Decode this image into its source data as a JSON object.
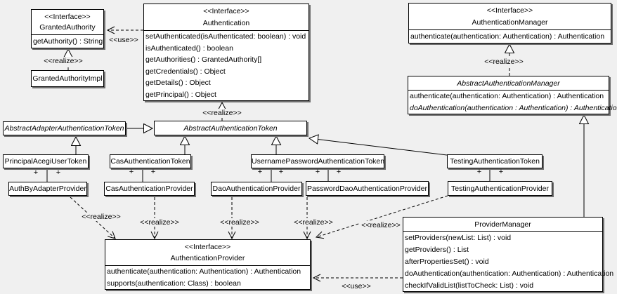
{
  "colors": {
    "background": "#f0f0f0",
    "box_fill": "#ffffff",
    "box_border": "#000000",
    "shadow": "#6f6f6f",
    "text": "#000000"
  },
  "edge_labels": {
    "realize": "<<realize>>",
    "use": "<<use>>",
    "plus": "+"
  },
  "classes": [
    {
      "id": "granted-authority",
      "stereotype": "<<Interface>>",
      "name": "GrantedAuthority",
      "methods": [
        "getAuthority() : String"
      ]
    },
    {
      "id": "granted-authority-impl",
      "name": "GrantedAuthorityImpl"
    },
    {
      "id": "authentication",
      "stereotype": "<<Interface>>",
      "name": "Authentication",
      "methods": [
        "setAuthenticated(isAuthenticated: boolean) : void",
        "isAuthenticated() : boolean",
        "getAuthorities() : GrantedAuthority[]",
        "getCredentials() : Object",
        "getDetails() : Object",
        "getPrincipal() : Object"
      ]
    },
    {
      "id": "authentication-manager",
      "stereotype": "<<Interface>>",
      "name": "AuthenticationManager",
      "methods": [
        "authenticate(authentication: Authentication) : Authentication"
      ]
    },
    {
      "id": "abstract-authentication-manager",
      "name": "AbstractAuthenticationManager",
      "abstract": true,
      "methods": [
        "authenticate(authentication: Authentication) : Authentication",
        "doAuthentication(authentication : Authentication) : Authentication"
      ]
    },
    {
      "id": "abstract-adapter-authentication-token",
      "name": "AbstractAdapterAuthenticationToken",
      "abstract": true
    },
    {
      "id": "abstract-authentication-token",
      "name": "AbstractAuthenticationToken",
      "abstract": true
    },
    {
      "id": "principal-acegi-user-token",
      "name": "PrincipalAcegiUserToken"
    },
    {
      "id": "cas-authentication-token",
      "name": "CasAuthenticationToken"
    },
    {
      "id": "username-password-authentication-token",
      "name": "UsernamePasswordAuthenticationToken"
    },
    {
      "id": "testing-authentication-token",
      "name": "TestingAuthenticationToken"
    },
    {
      "id": "auth-by-adapter-provider",
      "name": "AuthByAdapterProvider"
    },
    {
      "id": "cas-authentication-provider",
      "name": "CasAuthenticationProvider"
    },
    {
      "id": "dao-authentication-provider",
      "name": "DaoAuthenticationProvider"
    },
    {
      "id": "password-dao-authentication-provider",
      "name": "PasswordDaoAuthenticationProvider"
    },
    {
      "id": "testing-authentication-provider",
      "name": "TestingAuthenticationProvider"
    },
    {
      "id": "authentication-provider",
      "stereotype": "<<Interface>>",
      "name": "AuthenticationProvider",
      "methods": [
        "authenticate(authentication: Authentication) : Authentication",
        "supports(authentication: Class) : boolean"
      ]
    },
    {
      "id": "provider-manager",
      "name": "ProviderManager",
      "methods": [
        "setProviders(newList: List) : void",
        "getProviders() : List",
        "afterPropertiesSet() : void",
        "doAuthentication(authentication: Authentication) : Authentication",
        "checkIfValidList(listToCheck: List) : void"
      ]
    }
  ],
  "relationships": [
    {
      "type": "use",
      "from": "Authentication",
      "to": "GrantedAuthority",
      "label": "<<use>>"
    },
    {
      "type": "realize",
      "from": "GrantedAuthorityImpl",
      "to": "GrantedAuthority",
      "label": "<<realize>>"
    },
    {
      "type": "realize",
      "from": "AbstractAuthenticationToken",
      "to": "Authentication",
      "label": "<<realize>>"
    },
    {
      "type": "realize",
      "from": "AbstractAuthenticationManager",
      "to": "AuthenticationManager",
      "label": "<<realize>>"
    },
    {
      "type": "generalization",
      "from": "AbstractAdapterAuthenticationToken",
      "to": "AbstractAuthenticationToken"
    },
    {
      "type": "generalization",
      "from": "PrincipalAcegiUserToken",
      "to": "AbstractAdapterAuthenticationToken"
    },
    {
      "type": "generalization",
      "from": "CasAuthenticationToken",
      "to": "AbstractAuthenticationToken"
    },
    {
      "type": "generalization",
      "from": "UsernamePasswordAuthenticationToken",
      "to": "AbstractAuthenticationToken"
    },
    {
      "type": "generalization",
      "from": "TestingAuthenticationToken",
      "to": "AbstractAuthenticationToken"
    },
    {
      "type": "generalization",
      "from": "ProviderManager",
      "to": "AbstractAuthenticationManager"
    },
    {
      "type": "association",
      "from": "PrincipalAcegiUserToken",
      "to": "AuthByAdapterProvider",
      "end_labels": [
        "+",
        "+"
      ]
    },
    {
      "type": "association",
      "from": "CasAuthenticationToken",
      "to": "CasAuthenticationProvider",
      "end_labels": [
        "+",
        "+"
      ]
    },
    {
      "type": "association",
      "from": "UsernamePasswordAuthenticationToken",
      "to": "DaoAuthenticationProvider",
      "end_labels": [
        "+",
        "+"
      ]
    },
    {
      "type": "association",
      "from": "UsernamePasswordAuthenticationToken",
      "to": "PasswordDaoAuthenticationProvider",
      "end_labels": [
        "+",
        "+"
      ]
    },
    {
      "type": "association",
      "from": "TestingAuthenticationToken",
      "to": "TestingAuthenticationProvider",
      "end_labels": [
        "+",
        "+"
      ]
    },
    {
      "type": "realize",
      "from": "AuthByAdapterProvider",
      "to": "AuthenticationProvider",
      "label": "<<realize>>"
    },
    {
      "type": "realize",
      "from": "CasAuthenticationProvider",
      "to": "AuthenticationProvider",
      "label": "<<realize>>"
    },
    {
      "type": "realize",
      "from": "DaoAuthenticationProvider",
      "to": "AuthenticationProvider",
      "label": "<<realize>>"
    },
    {
      "type": "realize",
      "from": "PasswordDaoAuthenticationProvider",
      "to": "AuthenticationProvider",
      "label": "<<realize>>"
    },
    {
      "type": "realize",
      "from": "TestingAuthenticationProvider",
      "to": "AuthenticationProvider",
      "label": "<<realize>>"
    },
    {
      "type": "use",
      "from": "ProviderManager",
      "to": "AuthenticationProvider",
      "label": "<<use>>"
    }
  ]
}
